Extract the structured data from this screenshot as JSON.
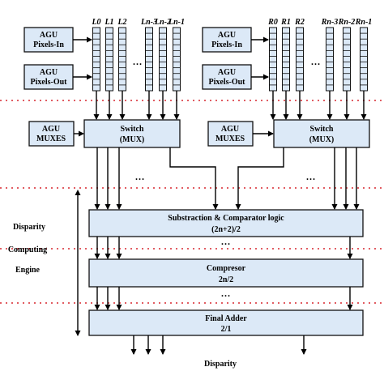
{
  "agu": {
    "pixels_in": [
      "AGU",
      "Pixels-In"
    ],
    "pixels_out": [
      "AGU",
      "Pixels-Out"
    ],
    "muxes": [
      "AGU",
      "MUXES"
    ]
  },
  "left_regs": [
    "L0",
    "L1",
    "L2",
    "Ln-3",
    "Ln-2",
    "Ln-1"
  ],
  "right_regs": [
    "R0",
    "R1",
    "R2",
    "Rn-3",
    "Rn-2",
    "Rn-1"
  ],
  "ellipsis": "...",
  "switch": [
    "Switch",
    "(MUX)"
  ],
  "stages": {
    "sub": [
      "Substraction & Comparator logic",
      "(2n+2)/2"
    ],
    "comp": [
      "Compresor",
      "2n/2"
    ],
    "adder": [
      "Final Adder",
      "2/1"
    ]
  },
  "side_label": [
    "Disparity",
    "Computing",
    "Engine"
  ],
  "output_label": "Disparity"
}
